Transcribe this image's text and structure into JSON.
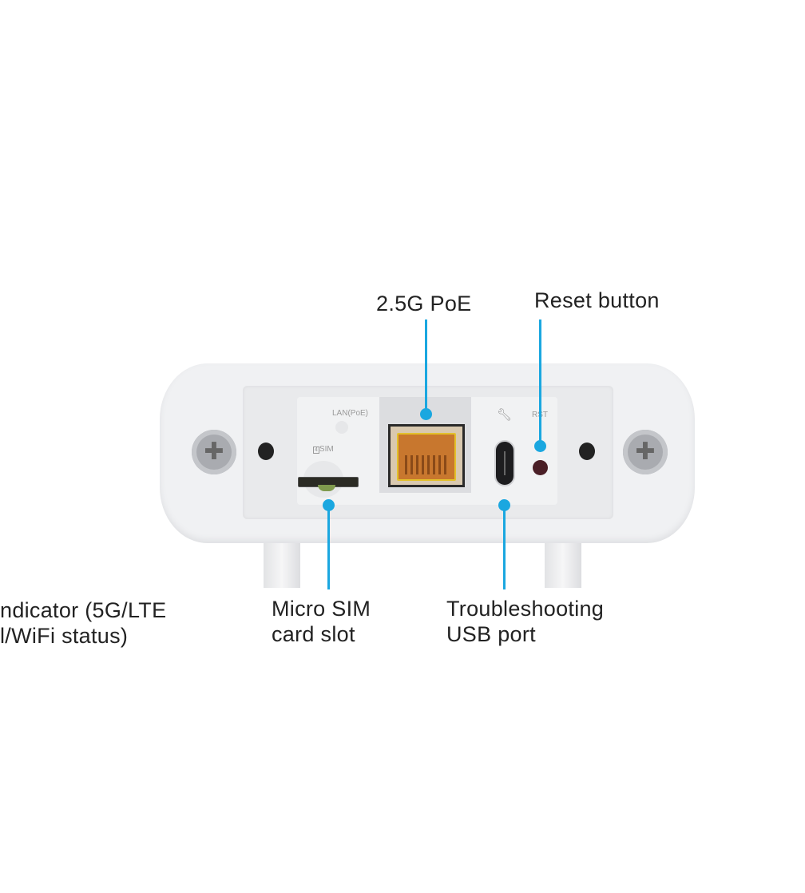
{
  "callouts": {
    "poe": "2.5G PoE",
    "reset": "Reset button",
    "indicator": [
      "ndicator (5G/LTE",
      "l/WiFi status)"
    ],
    "sim": [
      "Micro SIM",
      "card slot"
    ],
    "usb": [
      "Troubleshooting",
      "USB port"
    ]
  },
  "device_labels": {
    "lan": "LAN(PoE)",
    "sim": "SIM",
    "sim_num": "4",
    "rst": "RST"
  },
  "colors": {
    "callout": "#1aa7e0",
    "body": "#eeeff1",
    "port": "#c8772e"
  }
}
